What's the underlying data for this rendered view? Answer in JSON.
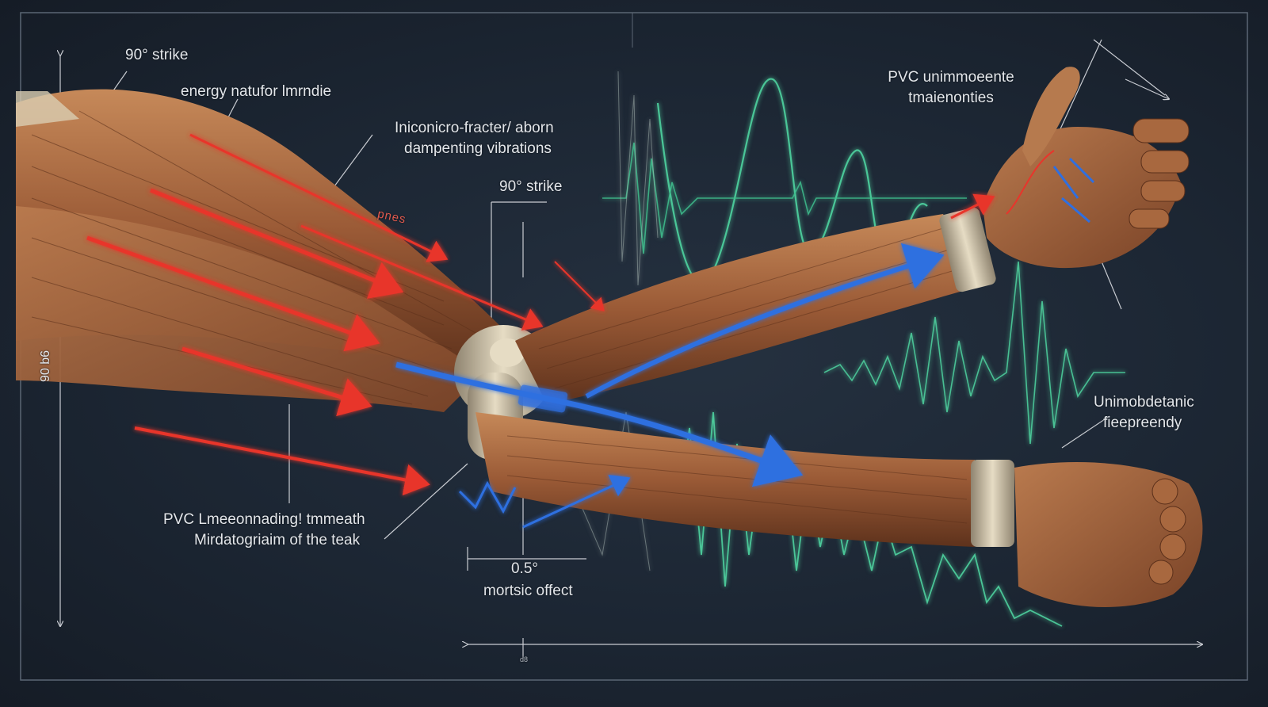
{
  "labels": {
    "strike_top": "90° strike",
    "energy": "energy natufor lmrndie",
    "micro_line1": "Iniconicro-fracter/ aborn",
    "micro_line2": "dampenting vibrations",
    "strike_mid": "90° strike",
    "red_small": "pnes",
    "pvc_top_line1": "PVC unimmoeente",
    "pvc_top_line2": "tmaienonties",
    "vertical": "90 b6",
    "right_line1": "Unimobdetanic",
    "right_line2": "fieepreendy",
    "pvc_bottom_line1": "PVC Lmeeonnading! tmmeath",
    "pvc_bottom_line2": "Mirdatogriaim of the teak",
    "offset_value": "0.5°",
    "offset_label": "mortsic offect",
    "bottom_tiny": "d8"
  },
  "colors": {
    "background": "#1c2633",
    "wood": "#9a5a36",
    "wood_dark": "#6b3a22",
    "wood_light": "#c78a5e",
    "joint": "#d9cdb2",
    "force_arrow": "#e8352c",
    "flow_arrow": "#2f6fe0",
    "wave": "#4fd3a0",
    "guide": "#c9ccd2"
  }
}
